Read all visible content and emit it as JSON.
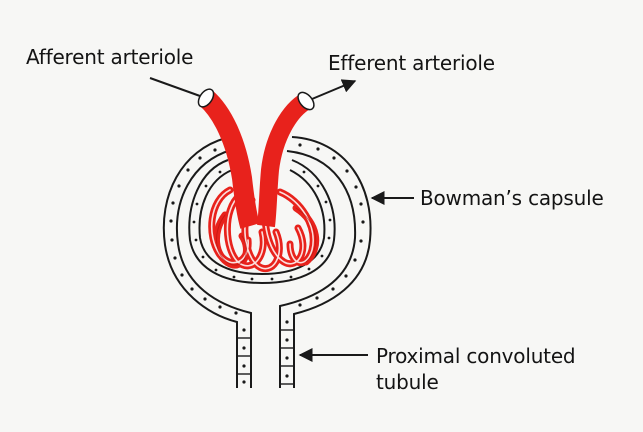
{
  "labels": {
    "afferent": "Afferent arteriole",
    "efferent": "Efferent arteriole",
    "bowman": "Bowman’s  capsule",
    "pct_line1": "Proximal convoluted",
    "pct_line2": "tubule"
  },
  "colors": {
    "vessel": "#e8221c",
    "vessel_dark": "#b5120d",
    "outline": "#1a1a1a",
    "background": "#f7f7f5"
  }
}
